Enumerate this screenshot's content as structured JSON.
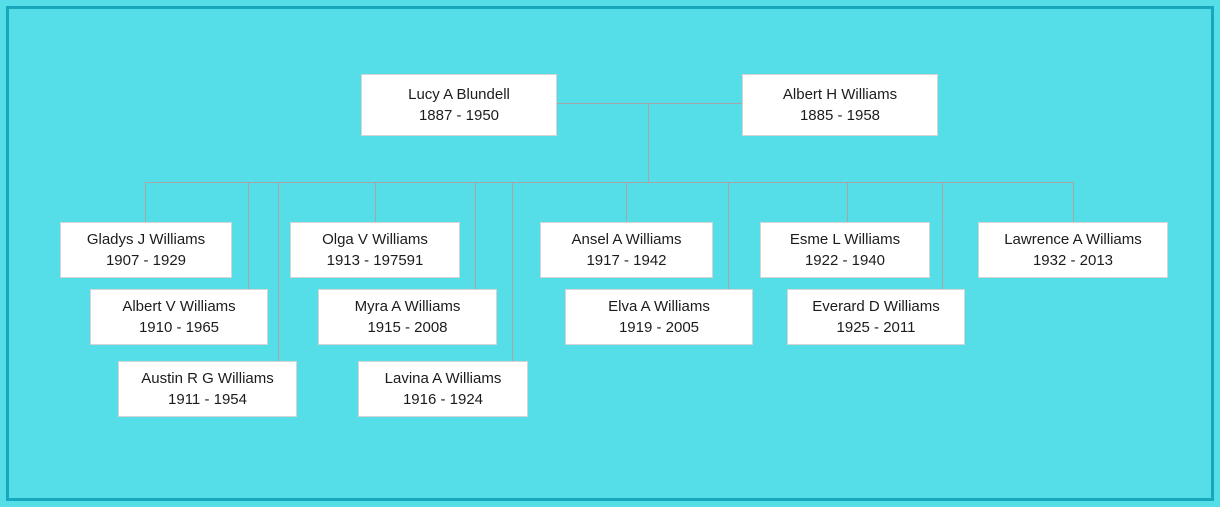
{
  "diagram": {
    "type": "family-tree",
    "background_color": "#55dee7",
    "frame_color": "#17a8bd",
    "connector_color": "#a6a6a6",
    "parents": [
      {
        "name": "Lucy A Blundell",
        "years": "1887 - 1950"
      },
      {
        "name": "Albert H Williams",
        "years": "1885 - 1958"
      }
    ],
    "children": [
      {
        "name": "Gladys J Williams",
        "years": "1907 - 1929"
      },
      {
        "name": "Albert V Williams",
        "years": "1910 - 1965"
      },
      {
        "name": "Austin R G Williams",
        "years": "1911 - 1954"
      },
      {
        "name": "Olga V Williams",
        "years": "1913 - 197591"
      },
      {
        "name": "Myra A Williams",
        "years": "1915 - 2008"
      },
      {
        "name": "Lavina A Williams",
        "years": "1916 - 1924"
      },
      {
        "name": "Ansel A Williams",
        "years": "1917 - 1942"
      },
      {
        "name": "Elva A Williams",
        "years": "1919 - 2005"
      },
      {
        "name": "Esme L Williams",
        "years": "1922 - 1940"
      },
      {
        "name": "Everard D Williams",
        "years": "1925 - 2011"
      },
      {
        "name": "Lawrence A Williams",
        "years": "1932 - 2013"
      }
    ]
  }
}
